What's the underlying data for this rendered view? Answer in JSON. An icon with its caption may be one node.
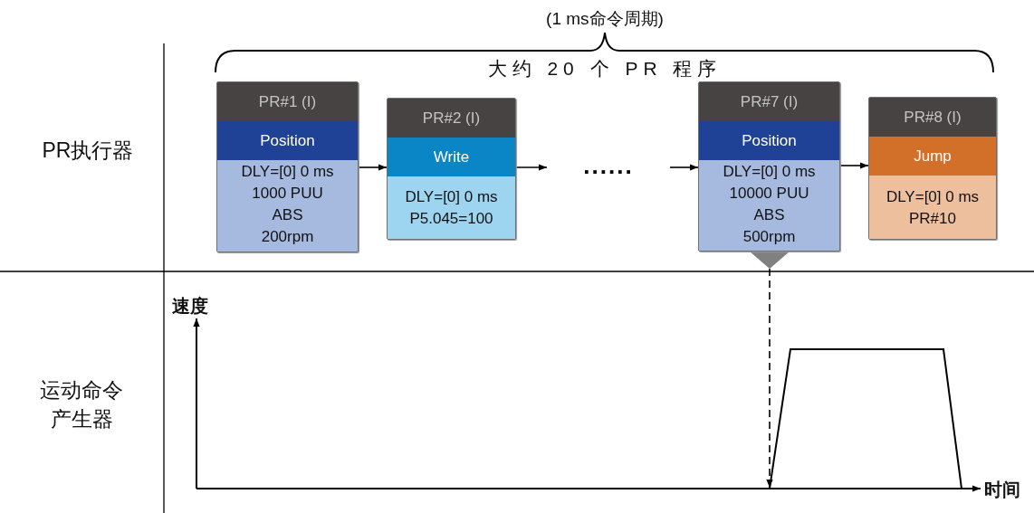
{
  "diagram": {
    "nodes": [
      {
        "text": [
          "PR#1 (I)",
          "Position",
          "DLY=[0] 0 ms",
          "1000 PUU",
          "ABS",
          "200rpm"
        ]
      },
      {
        "text": [
          "PR#2 (I)",
          "Write",
          "DLY=[0] 0 ms",
          "P5.045=100"
        ]
      },
      {
        "text": [
          "......"
        ]
      },
      {
        "text": [
          "PR#7 (I)",
          "Position",
          "DLY=[0] 0 ms",
          "10000 PUU",
          "ABS",
          "500rpm"
        ]
      },
      {
        "text": [
          "PR#8 (I)",
          "Jump",
          "DLY=[0] 0 ms",
          "PR#10"
        ]
      },
      {
        "text": [],
        "shape": "curve"
      }
    ],
    "edges": [
      {
        "from": 0,
        "to": 1,
        "arrow": "to"
      },
      {
        "from": 1,
        "to": 2,
        "arrow": "to"
      },
      {
        "from": 2,
        "to": 3,
        "arrow": "to"
      },
      {
        "from": 3,
        "to": 4,
        "arrow": "to"
      },
      {
        "from": 3,
        "to": 5,
        "arrow": "to",
        "style": "dashed"
      }
    ],
    "labels": [
      "(1 ms命令周期)",
      "大约 20 个 PR 程序",
      "PR执行器",
      "速度",
      "运动命令产生器",
      "时间"
    ]
  }
}
